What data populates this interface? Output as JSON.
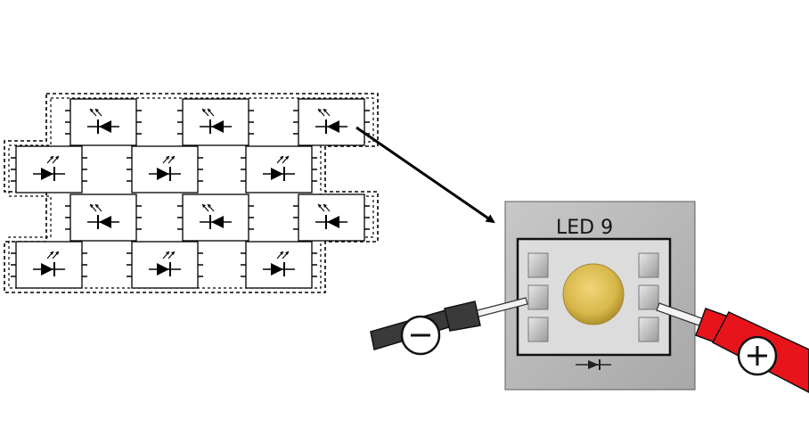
{
  "diagram": {
    "led_array": {
      "rows": 4,
      "leds_per_row": 3,
      "total_leds": 12,
      "row_orientations": [
        "reverse",
        "forward",
        "reverse",
        "forward"
      ],
      "highlighted_led": {
        "row": 1,
        "column": 3
      },
      "outline_style": "dashed"
    },
    "led_photo": {
      "label": "LED 9",
      "board_color": "#b9b9b9",
      "lens_color": "#d8b84a"
    },
    "probes": {
      "negative": {
        "symbol": "−",
        "color": "#3a3a3a",
        "side": "left"
      },
      "positive": {
        "symbol": "+",
        "color": "#e8141b",
        "side": "right"
      }
    },
    "connector_arrow": {
      "color": "#000000"
    }
  }
}
